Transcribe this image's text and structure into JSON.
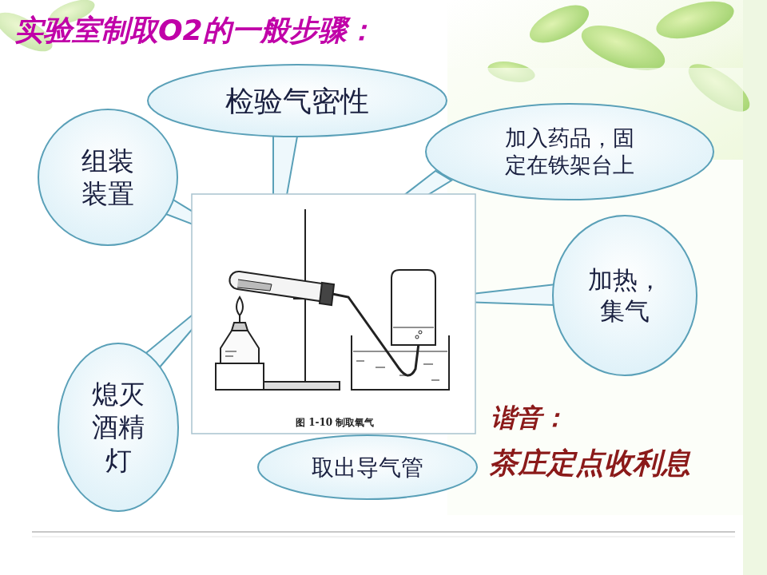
{
  "diagram": {
    "title": "实验室制取O2的一般步骤：",
    "caption": "图 1-10 制取氧气",
    "nodes": [
      {
        "text": [
          "检验气密性"
        ]
      },
      {
        "text": [
          "组装装置"
        ]
      },
      {
        "text": [
          "加入药品，固定在铁架台上"
        ]
      },
      {
        "text": [
          "加热，集气"
        ]
      },
      {
        "text": [
          "熄灭酒精灯"
        ]
      },
      {
        "text": [
          "取出导气管"
        ]
      }
    ],
    "labels": [
      "谐音：",
      "茶庄定点收利息"
    ]
  }
}
